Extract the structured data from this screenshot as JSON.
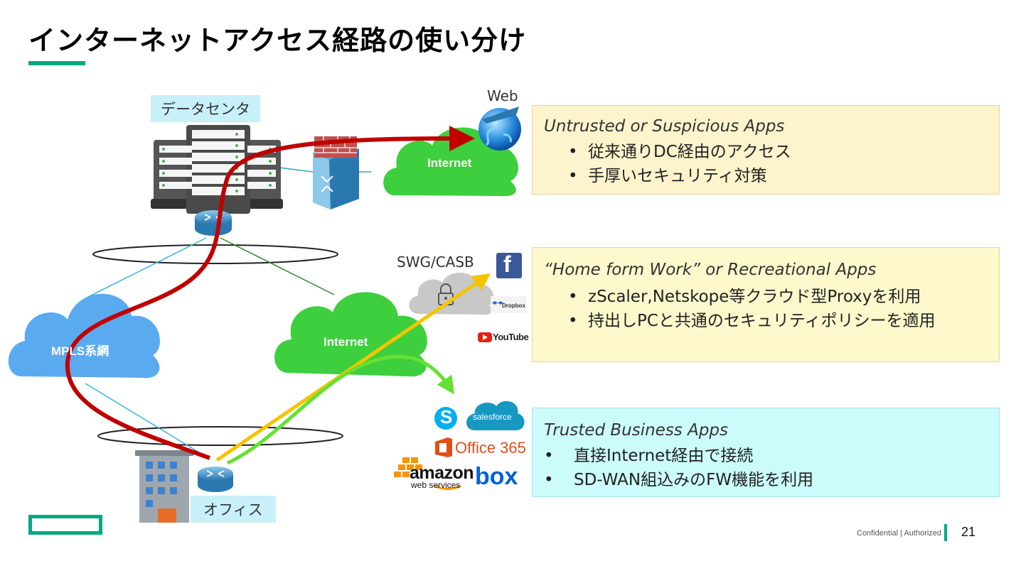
{
  "title": "インターネットアクセス経路の使い分け",
  "labels": {
    "datacenter": "データセンタ",
    "office": "オフィス",
    "web": "Web",
    "swg_casb": "SWG/CASB"
  },
  "clouds": {
    "internet_top": "Internet",
    "internet_mid": "Internet",
    "mpls": "MPLS系網"
  },
  "logos": {
    "dropbox": "Dropbox",
    "youtube": "YouTube",
    "salesforce": "salesforce",
    "office365": "Office 365",
    "amazon_top": "amazon",
    "amazon_bottom": "web services",
    "box": "box",
    "facebook": "f"
  },
  "notes": [
    {
      "head": "Untrusted or Suspicious Apps",
      "items": [
        "従来通りDC経由のアクセス",
        "手厚いセキュリティ対策"
      ]
    },
    {
      "head": "“Home form Work” or Recreational Apps",
      "items": [
        "zScaler,Netskope等クラウド型Proxyを利用",
        "持出しPCと共通のセキュリティポリシーを適用"
      ]
    },
    {
      "head": "Trusted Business Apps",
      "items": [
        "直接Internet経由で接続",
        "SD-WAN組込みのFW機能を利用"
      ]
    }
  ],
  "footer": {
    "confidential": "Confidential | Authorized",
    "page": "21"
  },
  "colors": {
    "accent": "#01a982",
    "red_path": "#c00000",
    "yellow_path": "#f5c400",
    "green_path": "#66e032",
    "green_cloud": "#3dcf3d",
    "blue_cloud": "#5aaaf0"
  }
}
